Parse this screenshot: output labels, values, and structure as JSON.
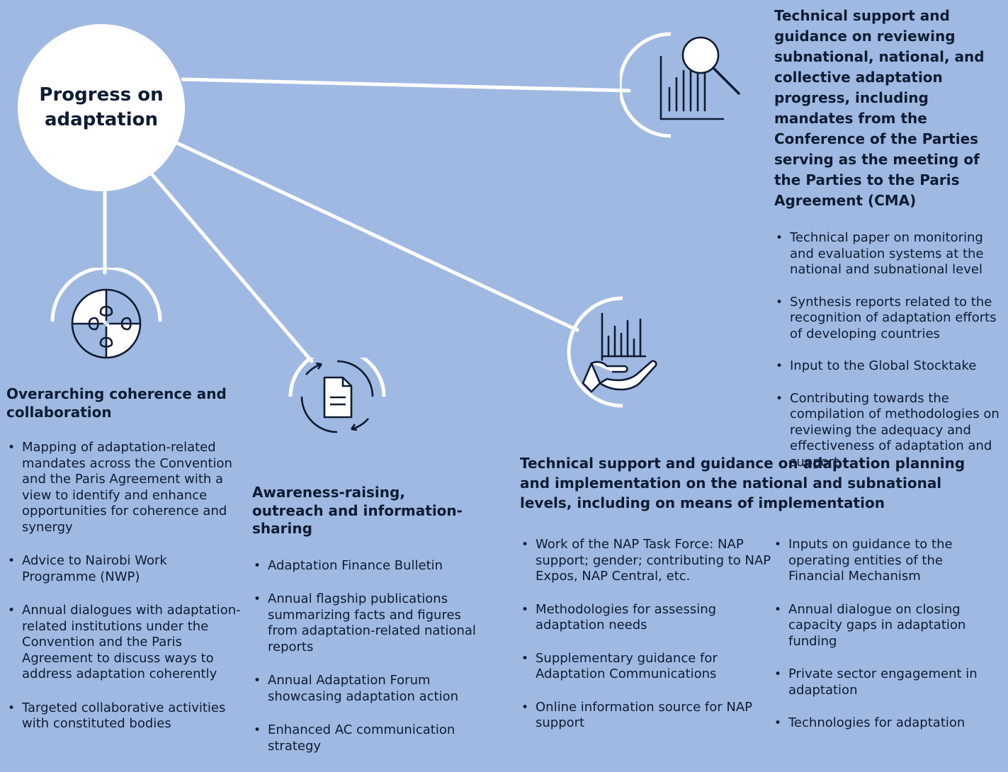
{
  "hub": {
    "label": "Progress on adaptation"
  },
  "overarching": {
    "icon": "puzzle-icon",
    "title": "Overarching coherence and collaboration",
    "items": [
      "Mapping of adaptation-related mandates across the Convention and the Paris Agreement with a view to identify and enhance opportunities for coherence and synergy",
      "Advice to Nairobi Work Programme (NWP)",
      "Annual dialogues with adaptation-related institutions under the Convention and the Paris Agreement to discuss ways to address adaptation coherently",
      "Targeted collaborative activities with constituted bodies"
    ]
  },
  "awareness": {
    "icon": "document-refresh-icon",
    "title": "Awareness-raising, outreach and information-sharing",
    "items": [
      "Adaptation Finance Bulletin",
      "Annual flagship publications summarizing facts and figures from adaptation-related national reports",
      "Annual Adaptation Forum showcasing adaptation action",
      "Enhanced AC communication strategy"
    ]
  },
  "review": {
    "icon": "chart-magnifier-icon",
    "title": "Technical support and guidance on reviewing subnational, national, and collective adaptation progress, including mandates from the Conference of the Parties serving as the meeting of the Parties to the Paris Agreement (CMA)",
    "items": [
      "Technical paper on monitoring and evaluation systems at the national and subnational level",
      "Synthesis reports related to the recognition of adaptation efforts of developing countries",
      "Input to the Global Stocktake",
      "Contributing towards the compilation of methodologies on reviewing the adequacy and effectiveness of adaptation and support"
    ]
  },
  "planning": {
    "icon": "hand-chart-icon",
    "title": "Technical support and guidance on adaptation planning and implementation on the national and subnational levels, including on means of implementation",
    "items_left": [
      "Work of the NAP Task Force: NAP support; gender; contributing to NAP Expos, NAP Central, etc.",
      "Methodologies for assessing adaptation needs",
      "Supplementary guidance for Adaptation Communications",
      "Online information source for NAP support"
    ],
    "items_right": [
      "Inputs on guidance to the operating entities of the Financial Mechanism",
      "Annual dialogue on closing capacity gaps in adaptation funding",
      "Private sector engagement in adaptation",
      "Technologies for adaptation"
    ]
  }
}
